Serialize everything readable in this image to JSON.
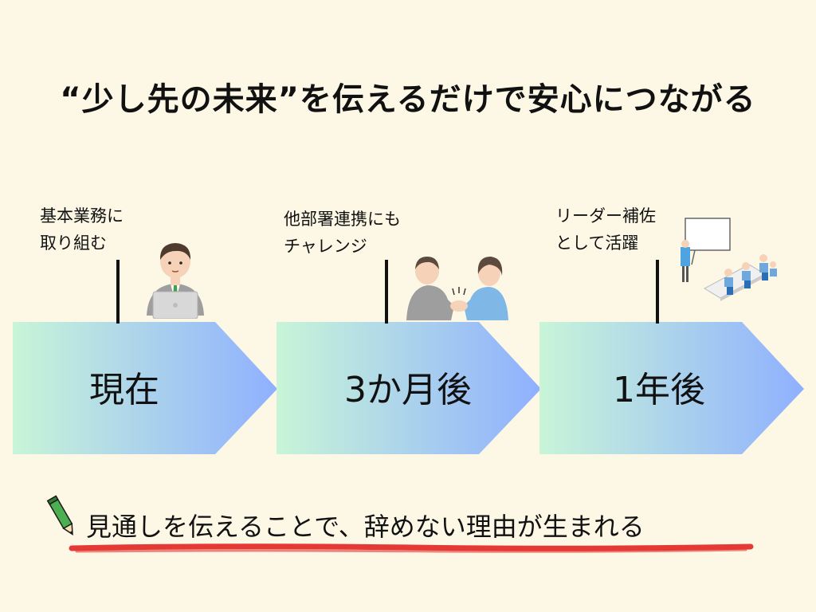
{
  "title": "“少し先の未来”を伝えるだけで安心につながる",
  "stages": [
    {
      "label": "現在",
      "milestone_lines": [
        "基本業務に",
        "取り組む"
      ]
    },
    {
      "label": "3か月後",
      "milestone_lines": [
        "他部署連携にも",
        "チャレンジ"
      ]
    },
    {
      "label": "1年後",
      "milestone_lines": [
        "リーダー補佐",
        "として活躍"
      ]
    }
  ],
  "footer": "見通しを伝えることで、辞めない理由が生まれる",
  "colors": {
    "background": "#fdf8e6",
    "arrow_start": "#c8f5d8",
    "arrow_end": "#8fb0ff",
    "underline": "#e53935",
    "pencil": "#4caf50"
  },
  "icons": [
    "worker-at-laptop-illustration",
    "handshake-illustration",
    "presentation-meeting-illustration",
    "pencil-icon"
  ]
}
